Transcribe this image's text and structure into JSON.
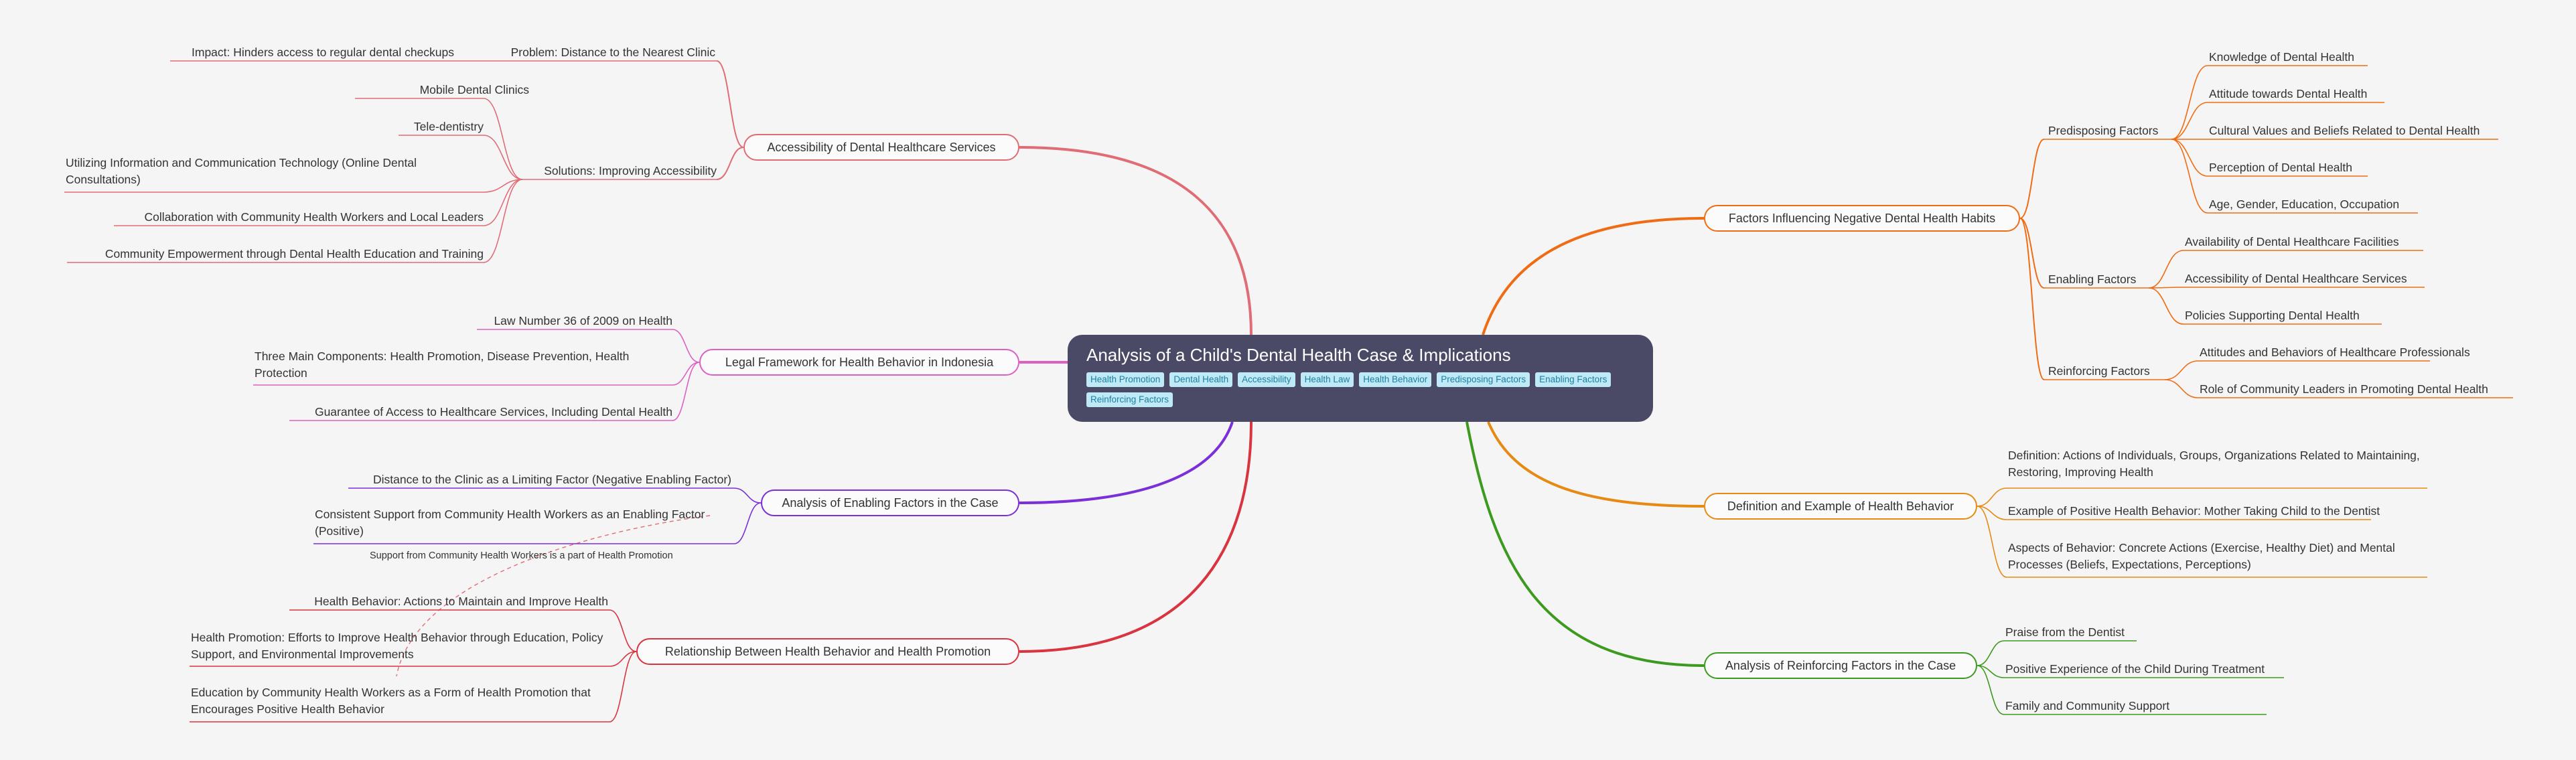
{
  "root": {
    "title": "Analysis of a Child's Dental Health Case & Implications",
    "tags": [
      "Health Promotion",
      "Dental Health",
      "Accessibility",
      "Health Law",
      "Health Behavior",
      "Predisposing Factors",
      "Enabling Factors",
      "Reinforcing Factors"
    ]
  },
  "colors": {
    "background": "#f5f5f5",
    "root": "#4a4a66",
    "tag_bg": "#bfe9f5",
    "tag_text": "#1c7fa3",
    "accessibility": "#e06c75",
    "legal": "#dd5fc4",
    "enabling": "#7a2fd9",
    "relationship": "#d9343f",
    "factors": "#ef6c14",
    "definition": "#e68a14",
    "reinforcing": "#3c9a1f"
  },
  "accessibility": {
    "label": "Accessibility of Dental Healthcare Services",
    "problem": {
      "label": "Problem: Distance to the Nearest Clinic",
      "impact": "Impact: Hinders access to regular dental checkups"
    },
    "solutions": {
      "label": "Solutions: Improving Accessibility",
      "items": [
        "Mobile Dental Clinics",
        "Tele-dentistry",
        "Utilizing Information and Communication Technology (Online Dental Consultations)",
        "Collaboration with Community Health Workers and Local Leaders",
        "Community Empowerment through Dental Health Education and Training"
      ]
    }
  },
  "legal": {
    "label": "Legal Framework for Health Behavior in Indonesia",
    "items": [
      "Law Number 36 of 2009 on Health",
      "Three Main Components: Health Promotion, Disease Prevention, Health Protection",
      "Guarantee of Access to Healthcare Services, Including Dental Health"
    ]
  },
  "enabling": {
    "label": "Analysis of Enabling Factors in the Case",
    "items": [
      "Distance to the Clinic as a Limiting Factor (Negative Enabling Factor)",
      "Consistent Support from Community Health Workers as an Enabling Factor (Positive)"
    ]
  },
  "relationship": {
    "label": "Relationship Between Health Behavior and Health Promotion",
    "items": [
      "Health Behavior: Actions to Maintain and Improve Health",
      "Health Promotion: Efforts to Improve Health Behavior through Education, Policy Support, and Environmental Improvements",
      "Education by Community Health Workers as a Form of Health Promotion that Encourages Positive Health Behavior"
    ]
  },
  "relation_note": "Support from Community Health Workers is a part of Health Promotion",
  "factors": {
    "label": "Factors Influencing Negative Dental Health Habits",
    "predisposing": {
      "label": "Predisposing Factors",
      "items": [
        "Knowledge of Dental Health",
        "Attitude towards Dental Health",
        "Cultural Values and Beliefs Related to Dental Health",
        "Perception of Dental Health",
        "Age, Gender, Education, Occupation"
      ]
    },
    "enabling": {
      "label": "Enabling Factors",
      "items": [
        "Availability of Dental Healthcare Facilities",
        "Accessibility of Dental Healthcare Services",
        "Policies Supporting Dental Health"
      ]
    },
    "reinforcing": {
      "label": "Reinforcing Factors",
      "items": [
        "Attitudes and Behaviors of Healthcare Professionals",
        "Role of Community Leaders in Promoting Dental Health"
      ]
    }
  },
  "definition": {
    "label": "Definition and Example of Health Behavior",
    "items": [
      "Definition: Actions of Individuals, Groups, Organizations Related to Maintaining, Restoring, Improving Health",
      "Example of Positive Health Behavior: Mother Taking Child to the Dentist",
      "Aspects of Behavior: Concrete Actions (Exercise, Healthy Diet) and Mental Processes (Beliefs, Expectations, Perceptions)"
    ]
  },
  "reinforcing_case": {
    "label": "Analysis of Reinforcing Factors in the Case",
    "items": [
      "Praise from the Dentist",
      "Positive Experience of the Child During Treatment",
      "Family and Community Support"
    ]
  }
}
